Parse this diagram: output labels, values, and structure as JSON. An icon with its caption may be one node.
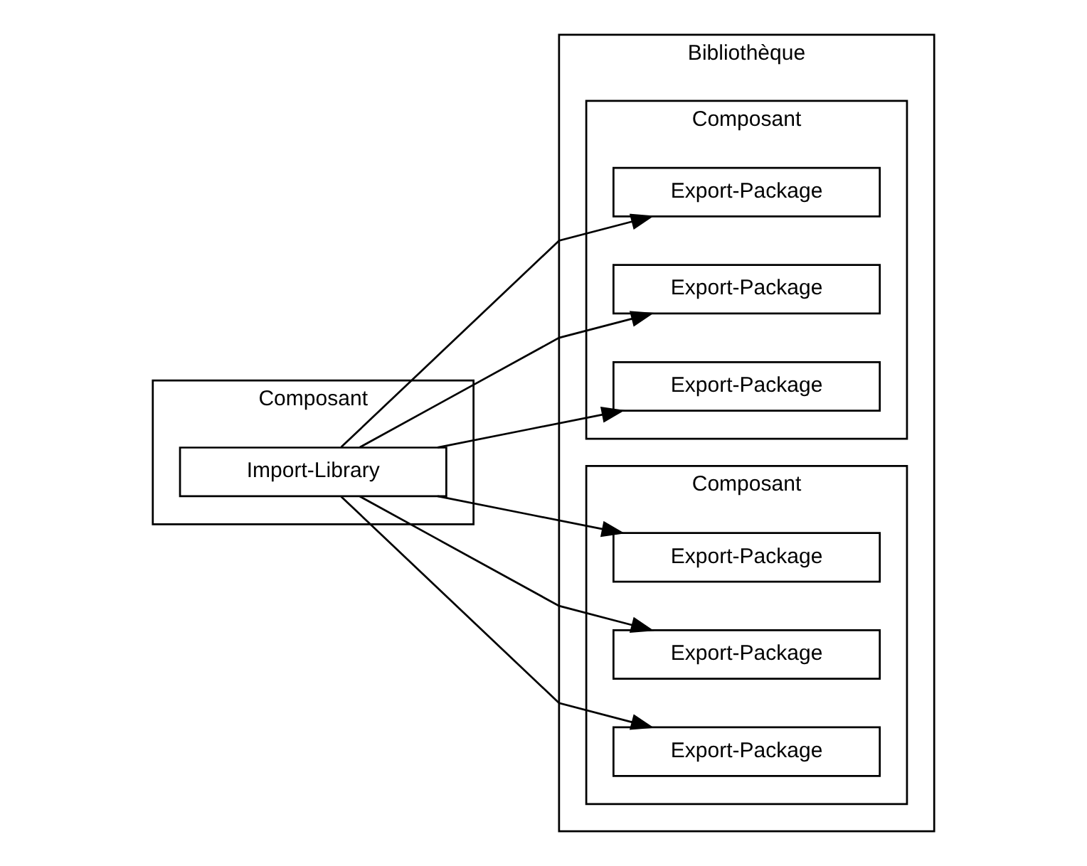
{
  "diagram": {
    "nodes": [
      {
        "text": [
          "Composant"
        ]
      },
      {
        "text": [
          "Import-Library"
        ],
        "in": 0
      },
      {
        "text": [
          "Bibliothèque"
        ]
      },
      {
        "text": [
          "Composant"
        ],
        "in": 2
      },
      {
        "text": [
          "Export-Package"
        ],
        "in": 3
      },
      {
        "text": [
          "Export-Package"
        ],
        "in": 3
      },
      {
        "text": [
          "Export-Package"
        ],
        "in": 3
      },
      {
        "text": [
          "Composant"
        ],
        "in": 2
      },
      {
        "text": [
          "Export-Package"
        ],
        "in": 7
      },
      {
        "text": [
          "Export-Package"
        ],
        "in": 7
      },
      {
        "text": [
          "Export-Package"
        ],
        "in": 7
      }
    ],
    "edges": [
      {
        "from": 1,
        "to": 4,
        "arrow": "to"
      },
      {
        "from": 1,
        "to": 5,
        "arrow": "to"
      },
      {
        "from": 1,
        "to": 6,
        "arrow": "to"
      },
      {
        "from": 1,
        "to": 8,
        "arrow": "to"
      },
      {
        "from": 1,
        "to": 9,
        "arrow": "to"
      },
      {
        "from": 1,
        "to": 10,
        "arrow": "to"
      }
    ]
  }
}
